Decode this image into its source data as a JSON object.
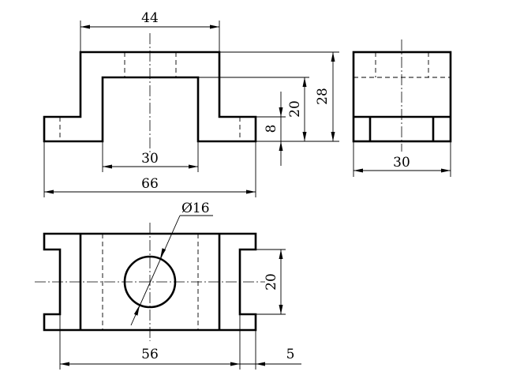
{
  "diagram": {
    "front_view": {
      "dims": {
        "top_width": "44",
        "inner_width": "30",
        "total_width": "66",
        "height_28": "28",
        "height_20": "20",
        "height_8": "8"
      }
    },
    "side_view": {
      "dims": {
        "width": "30"
      }
    },
    "top_view": {
      "dims": {
        "hole_diameter": "Ø16",
        "inner_length": "56",
        "offset": "5",
        "slot_width": "20"
      }
    }
  }
}
